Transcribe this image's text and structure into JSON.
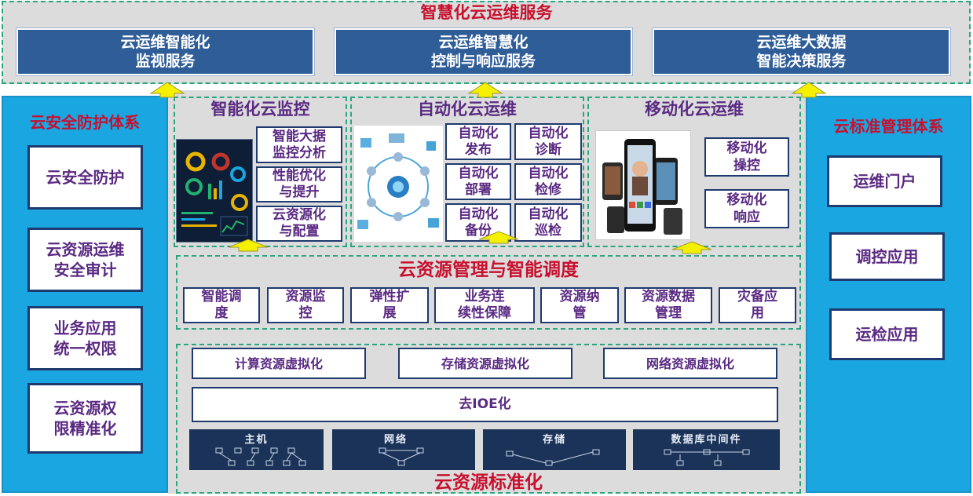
{
  "top": {
    "title": "智慧化云运维服务",
    "services": [
      {
        "line1": "云运维智能化",
        "line2": "监视服务"
      },
      {
        "line1": "云运维智慧化",
        "line2": "控制与响应服务"
      },
      {
        "line1": "云运维大数据",
        "line2": "智能决策服务"
      }
    ]
  },
  "left": {
    "title": "云安全防护体系",
    "items": [
      {
        "line1": "云安全防护",
        "line2": ""
      },
      {
        "line1": "云资源运维",
        "line2": "安全审计"
      },
      {
        "line1": "业务应用",
        "line2": "统一权限"
      },
      {
        "line1": "云资源权",
        "line2": "限精准化"
      }
    ]
  },
  "right": {
    "title": "云标准管理体系",
    "items": [
      "运维门户",
      "调控应用",
      "运检应用"
    ]
  },
  "monitor": {
    "title": "智能化云监控",
    "items": [
      {
        "line1": "智能大据",
        "line2": "监控分析"
      },
      {
        "line1": "性能优化",
        "line2": "与提升"
      },
      {
        "line1": "云资源化",
        "line2": "与配置"
      }
    ]
  },
  "auto": {
    "title": "自动化云运维",
    "items": [
      {
        "line1": "自动化",
        "line2": "发布"
      },
      {
        "line1": "自动化",
        "line2": "诊断"
      },
      {
        "line1": "自动化",
        "line2": "部署"
      },
      {
        "line1": "自动化",
        "line2": "检修"
      },
      {
        "line1": "自动化",
        "line2": "备份"
      },
      {
        "line1": "自动化",
        "line2": "巡检"
      }
    ]
  },
  "mobile": {
    "title": "移动化云运维",
    "items": [
      {
        "line1": "移动化",
        "line2": "操控"
      },
      {
        "line1": "移动化",
        "line2": "响应"
      }
    ]
  },
  "scheduling": {
    "title": "云资源管理与智能调度",
    "items": [
      {
        "line1": "智能调",
        "line2": "度"
      },
      {
        "line1": "资源监",
        "line2": "控"
      },
      {
        "line1": "弹性扩",
        "line2": "展"
      },
      {
        "line1": "业务连",
        "line2": "续性保障"
      },
      {
        "line1": "资源纳",
        "line2": "管"
      },
      {
        "line1": "资源数据",
        "line2": "管理"
      },
      {
        "line1": "灾备应",
        "line2": "用"
      }
    ]
  },
  "standard": {
    "title": "云资源标准化",
    "virt": [
      "计算资源虚拟化",
      "存储资源虚拟化",
      "网络资源虚拟化"
    ],
    "deioe": "去IOE化",
    "bands": [
      "主机",
      "网络",
      "存储",
      "数据库中间件"
    ]
  },
  "colors": {
    "accent_red": "#c8102e",
    "label_purple": "#5a2a82",
    "box_blue": "#2f5d97",
    "side_cyan": "#1aa6e0",
    "panel_gray": "#dcdcdc",
    "dash_green": "#2aa57f",
    "arrow_yellow": "#f5f000",
    "band_navy": "#1b3358"
  }
}
